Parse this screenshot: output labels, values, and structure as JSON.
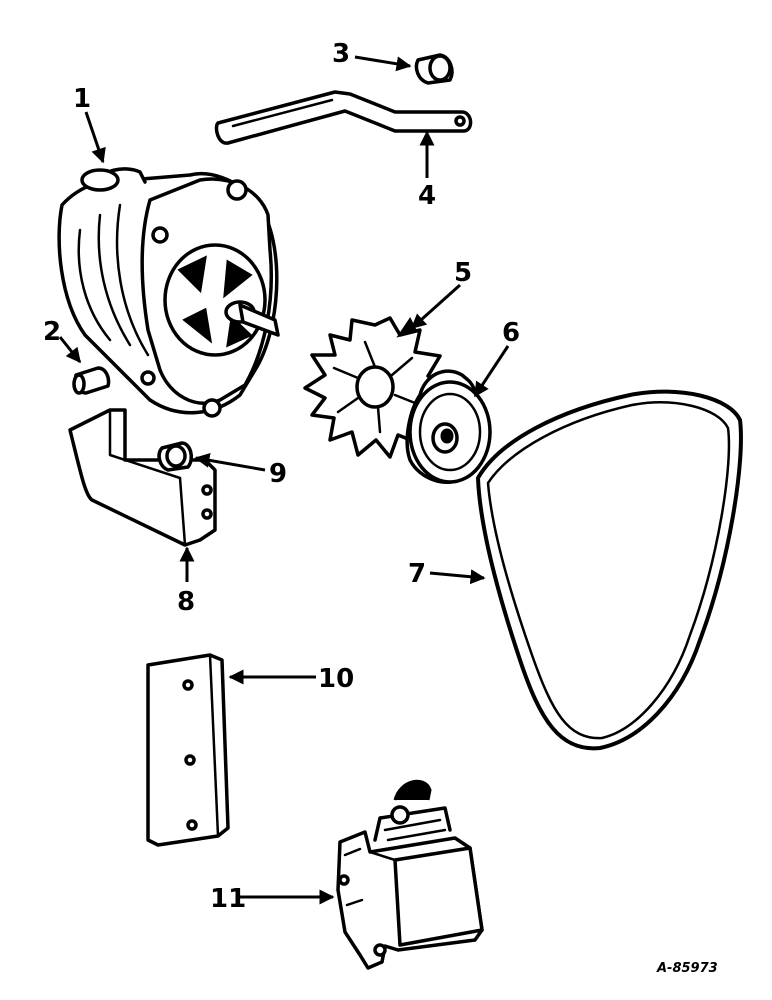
{
  "callouts": [
    "1",
    "2",
    "3",
    "4",
    "5",
    "6",
    "7",
    "8",
    "9",
    "10",
    "11"
  ],
  "drawing_number": "A-85973"
}
